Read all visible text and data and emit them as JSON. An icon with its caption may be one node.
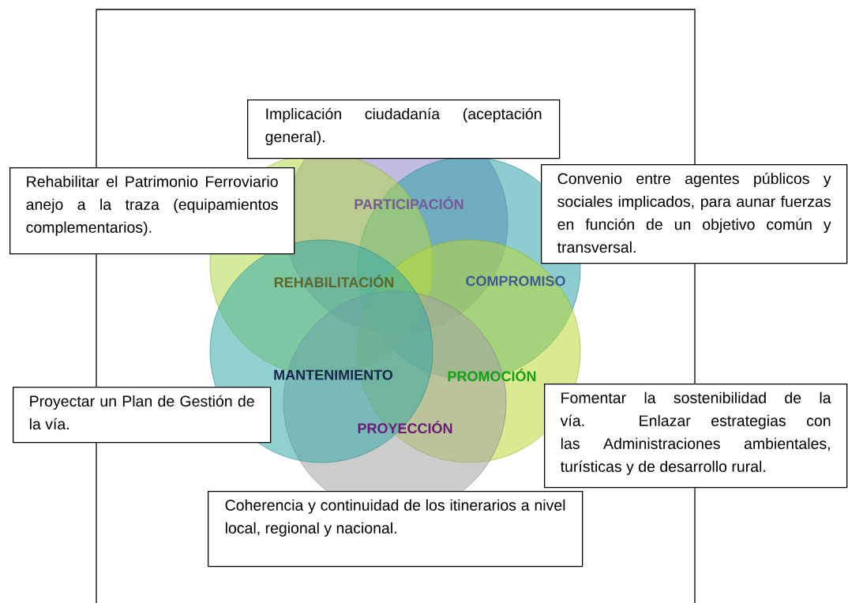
{
  "diagram": {
    "nodes": [
      {
        "text": [
          "Implicación ciudadanía (aceptación general)."
        ]
      },
      {
        "text": [
          "Rehabilitar el Patrimonio Ferroviario anejo a la traza (equipamientos complementarios)."
        ]
      },
      {
        "text": [
          "PARTICIPACIÓN"
        ]
      },
      {
        "text": [
          "Convenio entre agentes públicos y sociales implicados, para aunar fuerzas en función de un objetivo común y transversal."
        ]
      },
      {
        "text": [
          "REHABILITACIÓN"
        ]
      },
      {
        "text": [
          "COMPROMISO"
        ]
      },
      {
        "text": [
          "MANTENIMIENTO"
        ]
      },
      {
        "text": [
          "PROMOCIÓN"
        ]
      },
      {
        "text": [
          "Proyectar un Plan de Gestión de la vía."
        ]
      },
      {
        "text": [
          "Fomentar la sostenibilidad de la vía. Enlazar estrategias con las Administraciones ambientales, turísticas y de desarrollo rural."
        ]
      },
      {
        "text": [
          "PROYECCIÓN"
        ]
      },
      {
        "text": [
          "Coherencia y continuidad de los itinerarios a nivel local, regional y nacional."
        ]
      }
    ]
  }
}
